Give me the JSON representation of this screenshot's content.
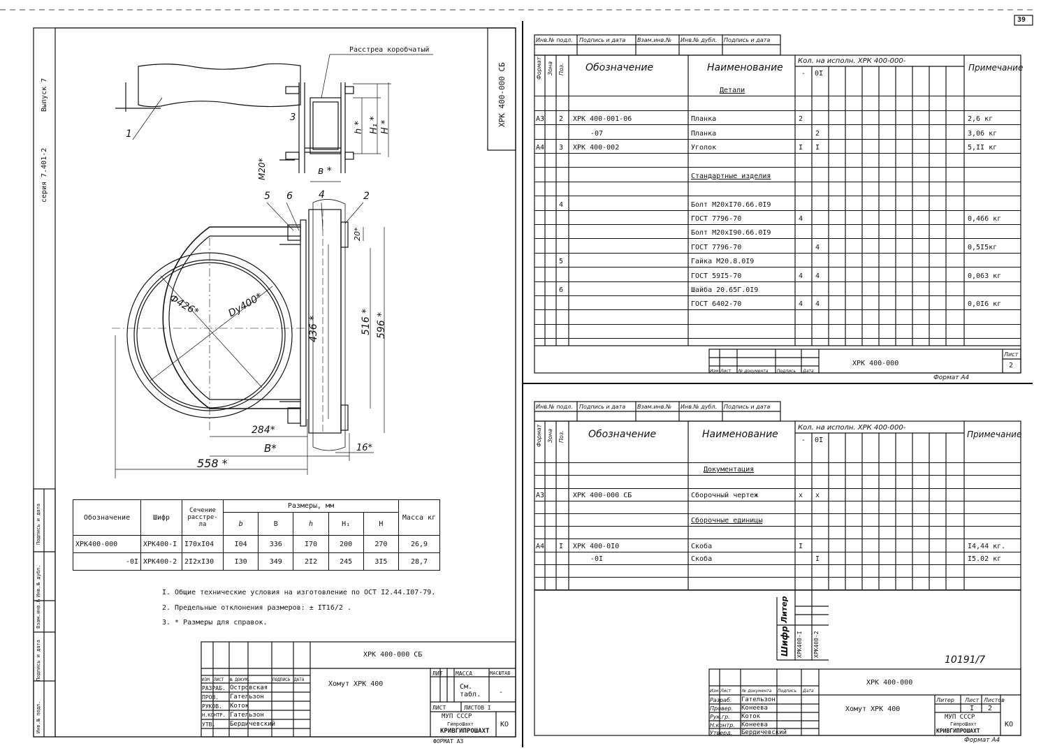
{
  "page_number": "39",
  "left_sheet": {
    "series": "серия 7.401-2",
    "issue": "Выпуск 7",
    "side_code": "ХРК 400-000 СБ",
    "side_stamp_columns": [
      "Инв.№ подл.",
      "Подпись и дата",
      "Взам.инв.№",
      "Инв.№ дубл.",
      "Подпись и дата"
    ],
    "drawing_labels": {
      "raster": "Расстреа коробчатый",
      "pos1": "1",
      "pos2": "2",
      "pos3": "3",
      "pos4": "4",
      "pos5": "5",
      "pos6": "6",
      "m20": "M20*",
      "b_small": "в *",
      "h_small": "h *",
      "h1": "H₁ *",
      "H": "H *",
      "d426": "Ф426*",
      "dy400": "Dу400*",
      "dim20": "20*",
      "dim436": "436 *",
      "dim516": "516 *",
      "dim596": "596 *",
      "dim284": "284*",
      "dimB": "B*",
      "dim16": "16*",
      "dim558": "558 *"
    },
    "table": {
      "headers": {
        "designation": "Обозначение",
        "code": "Шифр",
        "section": "Сечение расстре-ла",
        "sizes": "Размеры, мм",
        "b": "b",
        "B": "В",
        "h": "h",
        "H1": "H₁",
        "H": "H",
        "mass": "Масса кг"
      },
      "rows": [
        {
          "designation": "ХРК400-000",
          "code": "ХРК400-I",
          "section": "I70xI04",
          "b": "I04",
          "B": "336",
          "h": "I70",
          "H1": "200",
          "H": "270",
          "mass": "26,9"
        },
        {
          "designation": "-0I",
          "code": "ХРК400-2",
          "section": "2I2xI30",
          "b": "I30",
          "B": "349",
          "h": "2I2",
          "H1": "245",
          "H": "3I5",
          "mass": "28,7"
        }
      ]
    },
    "notes": [
      "I. Общие технические условия на изготовление по ОСТ I2.44.I07-79.",
      "2. Предельные отклонения размеров: ± IT16/2 .",
      "3. * Размеры для справок."
    ],
    "title_block": {
      "code": "ХРК 400-000 СБ",
      "name": "Хомут ХРК 400",
      "lit_header": "ЛИТ",
      "mass_header": "МАССА",
      "scale_header": "МАСШТАБ",
      "mass_value": "См. табл.",
      "scale_value": "-",
      "sheet": "ЛИСТ",
      "sheets": "ЛИСТОВ I",
      "org1": "МУП СССР",
      "org2": "ГипроШахт",
      "org3": "КРИВГИПРОШАХТ",
      "ko": "КО",
      "format": "ФОРМАТ А3",
      "stamp_cols": [
        "ИЗМ",
        "ЛИСТ",
        "№ ДОКУМ.",
        "ПОДПИСЬ",
        "ДАТА"
      ],
      "roles": [
        {
          "role": "РАЗРАБ.",
          "name": "Островская"
        },
        {
          "role": "ПРОВ.",
          "name": "Гательзон"
        },
        {
          "role": "РУКОВ.",
          "name": "Коток"
        },
        {
          "role": "Н.КОНТР.",
          "name": "Гательзон"
        },
        {
          "role": "УТВ.",
          "name": "Бердичевский"
        }
      ]
    }
  },
  "spec2": {
    "top_cols": [
      "Инв.№ подл.",
      "Подпись и дата",
      "Взам.инв.№",
      "Инв.№ дубл.",
      "Подпись и дата"
    ],
    "col_format": "Формат",
    "col_zone": "Зона",
    "col_pos": "Поз.",
    "col_designation": "Обозначение",
    "col_name": "Наименование",
    "col_qty": "Кол. на исполн. ХРК 400-000-",
    "qty_a": "-",
    "qty_b": "0I",
    "col_note": "Примечание",
    "rows": [
      {
        "f": "",
        "p": "",
        "d": "",
        "n": "Детали",
        "q1": "",
        "q2": "",
        "note": ""
      },
      {
        "f": "",
        "p": "",
        "d": "",
        "n": "",
        "q1": "",
        "q2": "",
        "note": ""
      },
      {
        "f": "А3",
        "p": "2",
        "d": "ХРК 400-001-06",
        "n": "Планка",
        "q1": "2",
        "q2": "",
        "note": "2,6 кг"
      },
      {
        "f": "",
        "p": "",
        "d": "-07",
        "n": "Планка",
        "q1": "",
        "q2": "2",
        "note": "3,06 кг"
      },
      {
        "f": "А4",
        "p": "3",
        "d": "ХРК 400-002",
        "n": "Уголок",
        "q1": "I",
        "q2": "I",
        "note": "5,II кг"
      },
      {
        "f": "",
        "p": "",
        "d": "",
        "n": "",
        "q1": "",
        "q2": "",
        "note": ""
      },
      {
        "f": "",
        "p": "",
        "d": "",
        "n": "Стандартные изделия",
        "q1": "",
        "q2": "",
        "note": ""
      },
      {
        "f": "",
        "p": "",
        "d": "",
        "n": "",
        "q1": "",
        "q2": "",
        "note": ""
      },
      {
        "f": "",
        "p": "4",
        "d": "",
        "n": "Болт М20xI70.66.0I9",
        "q1": "",
        "q2": "",
        "note": ""
      },
      {
        "f": "",
        "p": "",
        "d": "",
        "n": "ГОСТ 7796-70",
        "q1": "4",
        "q2": "",
        "note": "0,466 кг"
      },
      {
        "f": "",
        "p": "",
        "d": "",
        "n": "Болт М20xI90.66.0I9",
        "q1": "",
        "q2": "",
        "note": ""
      },
      {
        "f": "",
        "p": "",
        "d": "",
        "n": "ГОСТ 7796-70",
        "q1": "",
        "q2": "4",
        "note": "0,5I5кг"
      },
      {
        "f": "",
        "p": "5",
        "d": "",
        "n": "Гайка М20.8.0I9",
        "q1": "",
        "q2": "",
        "note": ""
      },
      {
        "f": "",
        "p": "",
        "d": "",
        "n": "ГОСТ 59I5-70",
        "q1": "4",
        "q2": "4",
        "note": "0,063 кг"
      },
      {
        "f": "",
        "p": "6",
        "d": "",
        "n": "Шайба 20.65Г.0I9",
        "q1": "",
        "q2": "",
        "note": ""
      },
      {
        "f": "",
        "p": "",
        "d": "",
        "n": "ГОСТ 6402-70",
        "q1": "4",
        "q2": "4",
        "note": "0,0I6 кг"
      },
      {
        "f": "",
        "p": "",
        "d": "",
        "n": "",
        "q1": "",
        "q2": "",
        "note": ""
      },
      {
        "f": "",
        "p": "",
        "d": "",
        "n": "",
        "q1": "",
        "q2": "",
        "note": ""
      }
    ],
    "footer_code": "ХРК 400-000",
    "sheet_label": "Лист",
    "sheet_no": "2",
    "stamp_cols": [
      "Изм",
      "Лист",
      "№ документа",
      "Подпись",
      "Дата"
    ],
    "format": "Формат А4"
  },
  "spec1": {
    "top_cols": [
      "Инв.№ подл.",
      "Подпись и дата",
      "Взам.инв.№",
      "Инв.№ дубл.",
      "Подпись и дата"
    ],
    "col_format": "Формат",
    "col_zone": "Зона",
    "col_pos": "Поз.",
    "col_designation": "Обозначение",
    "col_name": "Наименование",
    "col_qty": "Кол. на исполн. ХРК 400-000-",
    "qty_a": "-",
    "qty_b": "0I",
    "col_note": "Примечание",
    "rows": [
      {
        "f": "",
        "p": "",
        "d": "",
        "n": "",
        "q1": "",
        "q2": "",
        "note": ""
      },
      {
        "f": "",
        "p": "",
        "d": "",
        "n": "Документация",
        "q1": "",
        "q2": "",
        "note": ""
      },
      {
        "f": "",
        "p": "",
        "d": "",
        "n": "",
        "q1": "",
        "q2": "",
        "note": ""
      },
      {
        "f": "А3",
        "p": "",
        "d": "ХРК 400-000 СБ",
        "n": "Сборочный чертеж",
        "q1": "x",
        "q2": "x",
        "note": ""
      },
      {
        "f": "",
        "p": "",
        "d": "",
        "n": "",
        "q1": "",
        "q2": "",
        "note": ""
      },
      {
        "f": "",
        "p": "",
        "d": "",
        "n": "Сборочные единицы",
        "q1": "",
        "q2": "",
        "note": ""
      },
      {
        "f": "",
        "p": "",
        "d": "",
        "n": "",
        "q1": "",
        "q2": "",
        "note": ""
      },
      {
        "f": "А4",
        "p": "I",
        "d": "ХРК 400-0I0",
        "n": "Скоба",
        "q1": "I",
        "q2": "",
        "note": "I4,44 кг."
      },
      {
        "f": "",
        "p": "",
        "d": "-0I",
        "n": "Скоба",
        "q1": "",
        "q2": "I",
        "note": "I5.02 кг"
      },
      {
        "f": "",
        "p": "",
        "d": "",
        "n": "",
        "q1": "",
        "q2": "",
        "note": ""
      },
      {
        "f": "",
        "p": "",
        "d": "",
        "n": "",
        "q1": "",
        "q2": "",
        "note": ""
      }
    ],
    "code_label": "Шифр",
    "lit_label": "Литер",
    "code1": "ХРК400-I",
    "code2": "ХРК400-2",
    "handwritten": "10191/7",
    "footer_code": "ХРК 400-000",
    "name": "Хомут ХРК 400",
    "lit": "Литер",
    "sheet": "Лист",
    "sheets": "Листов",
    "sheet_val": "I",
    "sheets_val": "2",
    "org1": "МУП СССР",
    "org2": "ГипроШахт",
    "org3": "КРИВГИПРОШАХТ",
    "ko": "КО",
    "stamp_cols": [
      "Изм",
      "Лист",
      "№ документа",
      "Подпись",
      "Дата"
    ],
    "roles": [
      {
        "role": "Разраб.",
        "name": "Гательзон"
      },
      {
        "role": "Провер.",
        "name": "Конеева"
      },
      {
        "role": "Рук.гр.",
        "name": "Коток"
      },
      {
        "role": "Н.контр.",
        "name": "Конеева"
      },
      {
        "role": "Утверд.",
        "name": "Бердичевский"
      }
    ],
    "format": "Формат А4"
  }
}
